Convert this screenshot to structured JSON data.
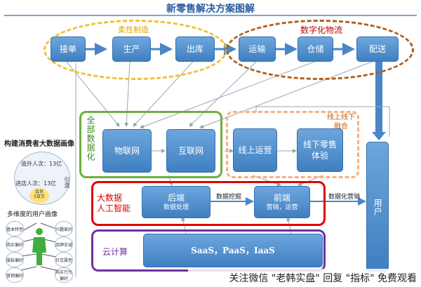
{
  "title": "新零售解决方案图解",
  "top_groups": {
    "flexible_manufacturing": "柔性制造",
    "digital_logistics": "数字化物流"
  },
  "flow": [
    "接单",
    "生产",
    "出库",
    "运输",
    "仓储",
    "配送"
  ],
  "digitization": {
    "label": "全部数据化",
    "iot": "物联网",
    "internet": "互联网"
  },
  "omni": {
    "label_line1": "线上线下",
    "label_line2": "融合",
    "online": "线上运营",
    "offline": "线下零售体验"
  },
  "bigdata": {
    "label_line1": "大数据",
    "label_line2": "人工智能",
    "backend": "后端",
    "backend_sub": "数据处理",
    "mining": "数据挖掘",
    "frontend": "前端",
    "frontend_sub": "营销，运营",
    "marketing": "数据化营销"
  },
  "cloud": {
    "label": "云计算",
    "services": "SaaS，PaaS，IaaS"
  },
  "user": "用户",
  "portrait": {
    "title": "构建消费者大数据画像",
    "outer_label": "造外人次：13亿",
    "mid_label": "进店人次：13亿",
    "inner_label": "会员\n5百万",
    "guide": "引流",
    "multi_title": "多维度的用户画像",
    "tags": [
      "基本特性",
      "兴趣爱好",
      "购买偏好",
      "品牌忠诚",
      "服装偏好",
      "社交属性",
      "营销偏好",
      "购买行为偏好"
    ]
  },
  "watermark": "关注微信 \"老韩实盘\" 回复 \"指标\" 免费观看"
}
